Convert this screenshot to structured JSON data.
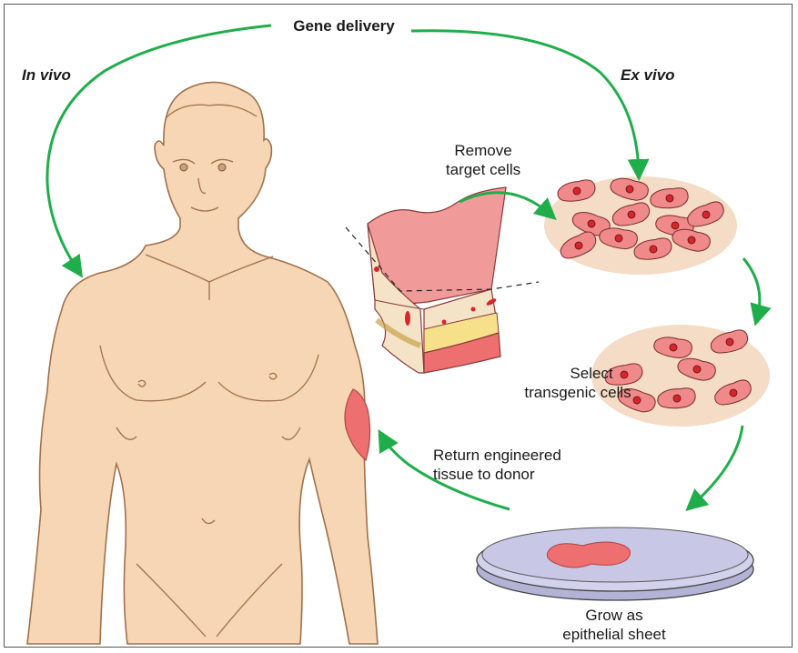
{
  "title": "Gene delivery",
  "in_vivo": "In vivo",
  "ex_vivo": "Ex vivo",
  "steps": {
    "remove": [
      "Remove",
      "target cells"
    ],
    "select": [
      "Select",
      "transgenic cells"
    ],
    "return_tissue": [
      "Return engineered",
      "tissue to donor"
    ],
    "grow": [
      "Grow as",
      "epithelial sheet"
    ]
  },
  "colors": {
    "arrow": "#1fae4b",
    "skin": "#f6d6b4",
    "skin_outline": "#a0714b",
    "cell_fill": "#f08a8a",
    "nucleus": "#d9252a",
    "dish_bg": "#f4dcc6",
    "petri_medium": "#c8c8e6",
    "tissue": "#ee6f6f"
  }
}
